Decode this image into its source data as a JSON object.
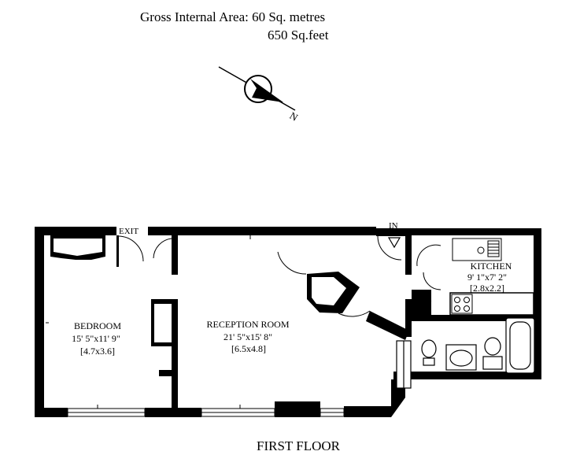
{
  "header": {
    "area_line1": "Gross Internal Area: 60 Sq. metres",
    "area_line2": "650 Sq.feet"
  },
  "compass": {
    "north_label": "N"
  },
  "labels": {
    "exit": "EXIT",
    "entry": "IN"
  },
  "rooms": {
    "bedroom": {
      "name": "BEDROOM",
      "imperial": "15' 5\"x11' 9\"",
      "metric": "[4.7x3.6]"
    },
    "reception": {
      "name": "RECEPTION ROOM",
      "imperial": "21' 5\"x15' 8\"",
      "metric": "[6.5x4.8]"
    },
    "kitchen": {
      "name": "KITCHEN",
      "imperial": "9' 1\"x7' 2\"",
      "metric": "[2.8x2.2]"
    }
  },
  "footer": {
    "floor_label": "FIRST FLOOR"
  },
  "colors": {
    "wall": "#000000",
    "background": "#ffffff"
  }
}
